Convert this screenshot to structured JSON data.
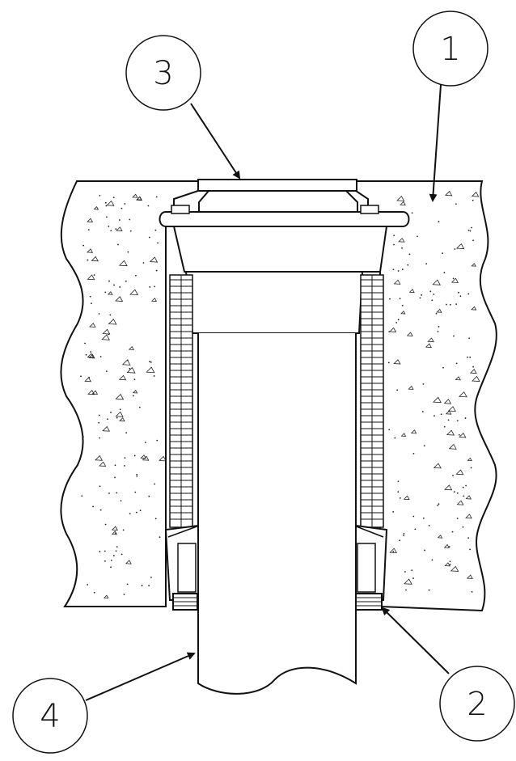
{
  "callouts": [
    {
      "id": "1",
      "label": "1"
    },
    {
      "id": "2",
      "label": "2"
    },
    {
      "id": "3",
      "label": "3"
    },
    {
      "id": "4",
      "label": "4"
    }
  ],
  "colors": {
    "line": "#111111",
    "fill": "#ffffff",
    "dots": "#222222"
  }
}
